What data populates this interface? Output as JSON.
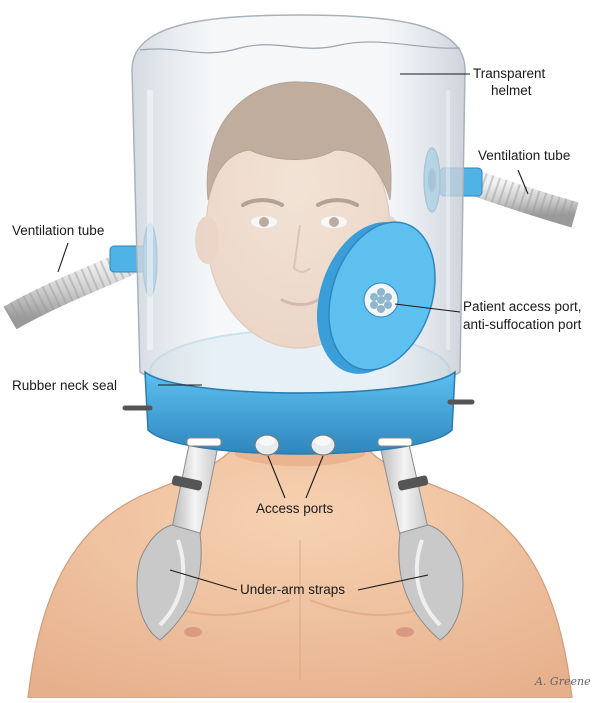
{
  "labels": {
    "transparent_helmet_line1": "Transparent",
    "transparent_helmet_line2": "helmet",
    "ventilation_tube_right": "Ventilation tube",
    "ventilation_tube_left": "Ventilation tube",
    "patient_port_line1": "Patient access port,",
    "patient_port_line2": "anti-suffocation port",
    "rubber_neck_seal": "Rubber neck seal",
    "access_ports": "Access ports",
    "under_arm_straps": "Under-arm straps"
  },
  "signature": "A. Greene",
  "colors": {
    "skin": "#f3c9a6",
    "skin_shadow": "#e2a987",
    "hair": "#8a5a36",
    "helmet_ring": "#43a8e0",
    "helmet_ring_dark": "#2f86bd",
    "helmet_glass": "#e4e9ef",
    "tube": "#d8d8d8",
    "strap": "#e8e8e8"
  }
}
